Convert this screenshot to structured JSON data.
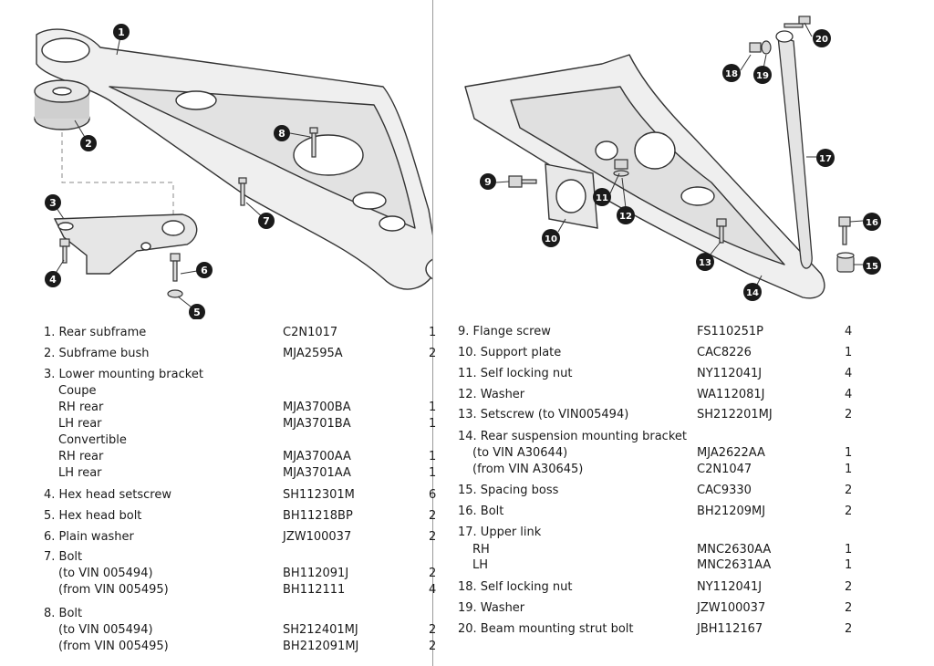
{
  "left_parts": [
    {
      "desc": "1. Rear subframe",
      "part": "C2N1017",
      "qty": "1"
    },
    {
      "desc": "2. Subframe bush",
      "part": "MJA2595A",
      "qty": "2"
    },
    {
      "desc": "3. Lower mounting bracket",
      "part": "",
      "qty": ""
    },
    {
      "desc": "Coupe",
      "part": "",
      "qty": ""
    },
    {
      "desc": "RH rear",
      "part": "MJA3700BA",
      "qty": "1"
    },
    {
      "desc": "LH rear",
      "part": "MJA3701BA",
      "qty": "1"
    },
    {
      "desc": "Convertible",
      "part": "",
      "qty": ""
    },
    {
      "desc": "RH rear",
      "part": "MJA3700AA",
      "qty": "1"
    },
    {
      "desc": "LH rear",
      "part": "MJA3701AA",
      "qty": "1"
    },
    {
      "desc": "4. Hex head setscrew",
      "part": "SH112301M",
      "qty": "6"
    },
    {
      "desc": "5. Hex head bolt",
      "part": "BH11218BP",
      "qty": "2"
    },
    {
      "desc": "6. Plain washer",
      "part": "JZW100037",
      "qty": "2"
    },
    {
      "desc": "7. Bolt",
      "part": "",
      "qty": ""
    },
    {
      "desc": "(to VIN 005494)",
      "part": "BH112091J",
      "qty": "2"
    },
    {
      "desc": "(from VIN 005495)",
      "part": "BH112111",
      "qty": "4"
    },
    {
      "desc": "8. Bolt",
      "part": "",
      "qty": ""
    },
    {
      "desc": "(to VIN 005494)",
      "part": "SH212401MJ",
      "qty": "2"
    },
    {
      "desc": "(from VIN 005495)",
      "part": "BH212091MJ",
      "qty": "2"
    }
  ],
  "right_parts": [
    {
      "desc": "9. Flange screw",
      "part": "FS110251P",
      "qty": "4"
    },
    {
      "desc": "10. Support plate",
      "part": "CAC8226",
      "qty": "1"
    },
    {
      "desc": "11. Self locking nut",
      "part": "NY112041J",
      "qty": "4"
    },
    {
      "desc": "12. Washer",
      "part": "WA112081J",
      "qty": "4"
    },
    {
      "desc": "13. Setscrew (to VIN005494)",
      "part": "SH212201MJ",
      "qty": "2"
    },
    {
      "desc": "14. Rear suspension mounting bracket",
      "part": "",
      "qty": ""
    },
    {
      "desc": "(to VIN A30644)",
      "part": "MJA2622AA",
      "qty": "1"
    },
    {
      "desc": "(from VIN A30645)",
      "part": "C2N1047",
      "qty": "1"
    },
    {
      "desc": "15. Spacing boss",
      "part": "CAC9330",
      "qty": "2"
    },
    {
      "desc": "16. Bolt",
      "part": "BH21209MJ",
      "qty": "2"
    },
    {
      "desc": "17. Upper link",
      "part": "",
      "qty": ""
    },
    {
      "desc": "RH",
      "part": "MNC2630AA",
      "qty": "1"
    },
    {
      "desc": "LH",
      "part": "MNC2631AA",
      "qty": "1"
    },
    {
      "desc": "18. Self locking nut",
      "part": "NY112041J",
      "qty": "2"
    },
    {
      "desc": "19. Washer",
      "part": "JZW100037",
      "qty": "2"
    },
    {
      "desc": "20. Beam mounting strut bolt",
      "part": "JBH112167",
      "qty": "2"
    }
  ],
  "callouts_left": [
    "1",
    "2",
    "3",
    "4",
    "5",
    "6",
    "7",
    "8"
  ],
  "callouts_right": [
    "9",
    "10",
    "11",
    "12",
    "13",
    "14",
    "15",
    "16",
    "17",
    "18",
    "19",
    "20"
  ]
}
